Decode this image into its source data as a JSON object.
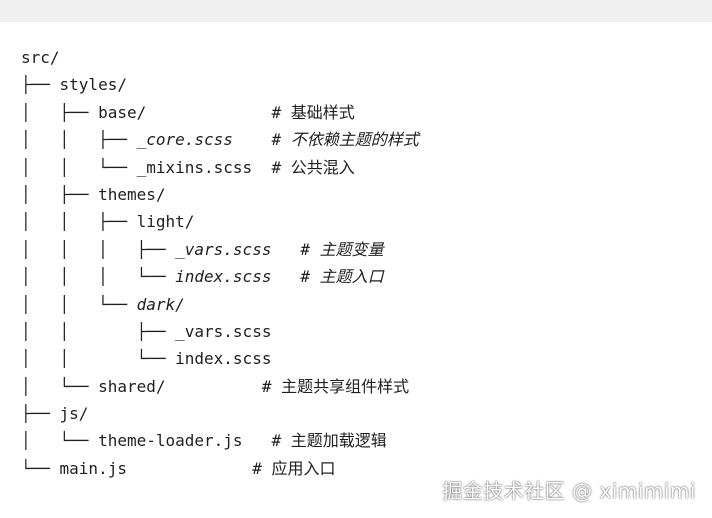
{
  "tree_lines": [
    {
      "text": "src/",
      "italic": false
    },
    {
      "text": "├── styles/",
      "italic": false
    },
    {
      "text": "│   ├── base/             # 基础样式",
      "italic": false
    },
    {
      "text": "│   │   ├── ",
      "italic": false,
      "rest": "_core.scss    # 不依赖主题的样式",
      "rest_italic": true
    },
    {
      "text": "│   │   └── _mixins.scss  # 公共混入",
      "italic": false
    },
    {
      "text": "│   ├── themes/",
      "italic": false
    },
    {
      "text": "│   │   ├── light/",
      "italic": false
    },
    {
      "text": "│   │   │   ├── ",
      "italic": false,
      "rest": "_vars.scss   # 主题变量",
      "rest_italic": true
    },
    {
      "text": "│   │   │   └── ",
      "italic": false,
      "rest": "index.scss   # 主题入口",
      "rest_italic": true
    },
    {
      "text": "│   │   └── ",
      "italic": false,
      "rest": "dark/",
      "rest_italic": true
    },
    {
      "text": "│   │       ├── _vars.scss",
      "italic": false
    },
    {
      "text": "│   │       └── index.scss",
      "italic": false
    },
    {
      "text": "│   └── shared/          # 主题共享组件样式",
      "italic": false
    },
    {
      "text": "├── js/",
      "italic": false
    },
    {
      "text": "│   └── theme-loader.js   # 主题加载逻辑",
      "italic": false
    },
    {
      "text": "└── main.js             # 应用入口",
      "italic": false
    }
  ],
  "watermark": "掘金技术社区 @ ximimimi",
  "colors": {
    "text": "#1f1f1f",
    "background": "#ffffff",
    "top_band": "#f0f0f0"
  }
}
